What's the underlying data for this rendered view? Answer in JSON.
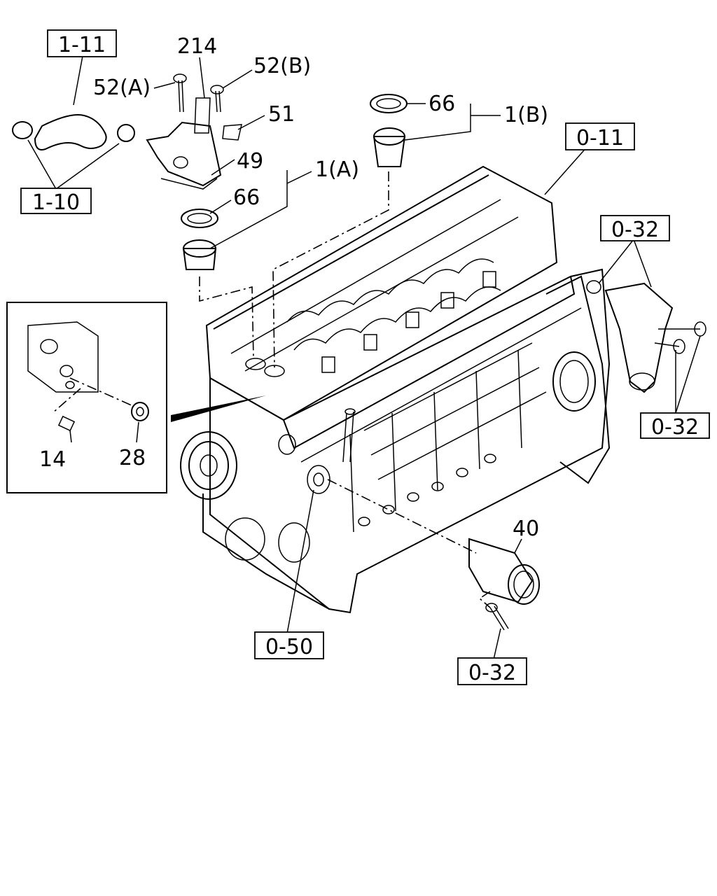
{
  "diagram": {
    "ref_boxes": {
      "r1_11": "1-11",
      "r1_10": "1-10",
      "r0_11": "0-11",
      "r0_32_top": "0-32",
      "r0_32_right": "0-32",
      "r0_32_bottom": "0-32",
      "r0_50": "0-50"
    },
    "part_labels": {
      "p214": "214",
      "p52a": "52(A)",
      "p52b": "52(B)",
      "p51": "51",
      "p49": "49",
      "p66_left": "66",
      "p1a": "1(A)",
      "p66_right": "66",
      "p1b": "1(B)",
      "p14": "14",
      "p28": "28",
      "p40": "40"
    }
  }
}
